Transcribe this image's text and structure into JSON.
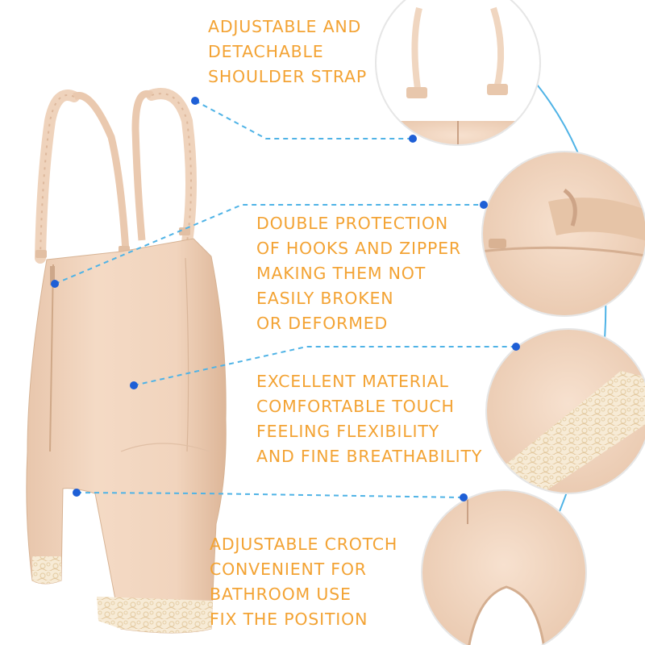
{
  "colors": {
    "label_text": "#F3A334",
    "connector_line": "#4FB3E6",
    "connector_dot": "#1E5FD6",
    "arc": "#4FB3E6",
    "garment": "#F0D2BA",
    "garment_shadow": "#D9B397",
    "lace": "#F6E6CE"
  },
  "features": [
    {
      "id": "strap",
      "text": "ADJUSTABLE AND\nDETACHABLE\nSHOULDER STRAP",
      "detail_image": "shoulder-strap-closeup"
    },
    {
      "id": "hooks",
      "text": "DOUBLE PROTECTION\nOF HOOKS AND ZIPPER\nMAKING THEM NOT\nEASILY BROKEN\nOR DEFORMED",
      "detail_image": "hooks-zipper-closeup"
    },
    {
      "id": "material",
      "text": "EXCELLENT MATERIAL\nCOMFORTABLE TOUCH\nFEELING FLEXIBILITY\nAND FINE BREATHABILITY",
      "detail_image": "lace-hem-closeup"
    },
    {
      "id": "crotch",
      "text": "ADJUSTABLE CROTCH\nCONVENIENT FOR\nBATHROOM USE\nFIX THE POSITION",
      "detail_image": "crotch-closeup"
    }
  ],
  "product_image": "bodysuit-shapewear-front"
}
